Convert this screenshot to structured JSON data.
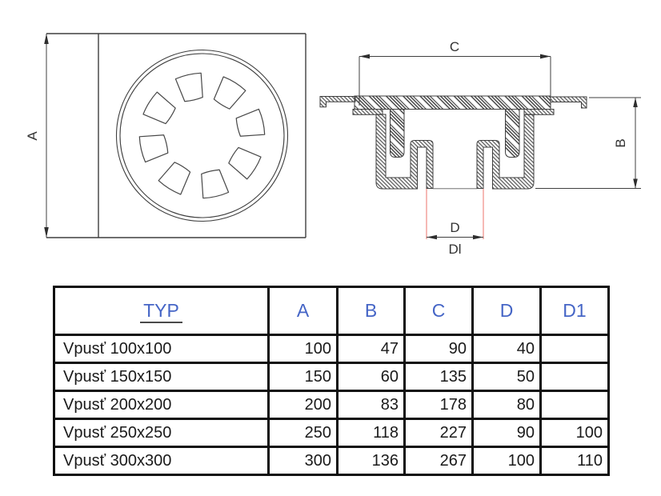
{
  "drawing": {
    "plan": {
      "dim_a": "A"
    },
    "section": {
      "dim_c": "C",
      "dim_b": "B",
      "dim_d": "D",
      "dim_d1": "Dl"
    }
  },
  "table": {
    "headers": [
      "TYP",
      "A",
      "B",
      "C",
      "D",
      "D1"
    ],
    "rows": [
      [
        "Vpusť 100x100",
        "100",
        "47",
        "90",
        "40",
        ""
      ],
      [
        "Vpusť 150x150",
        "150",
        "60",
        "135",
        "50",
        ""
      ],
      [
        "Vpusť 200x200",
        "200",
        "83",
        "178",
        "80",
        ""
      ],
      [
        "Vpusť 250x250",
        "250",
        "118",
        "227",
        "90",
        "100"
      ],
      [
        "Vpusť 300x300",
        "300",
        "136",
        "267",
        "100",
        "110"
      ]
    ]
  },
  "colors": {
    "header_blue": "#4565c6",
    "type_red": "#f13a30",
    "dim_extension_red": "#f2938d",
    "drawing_line": "#3f3f3f"
  }
}
